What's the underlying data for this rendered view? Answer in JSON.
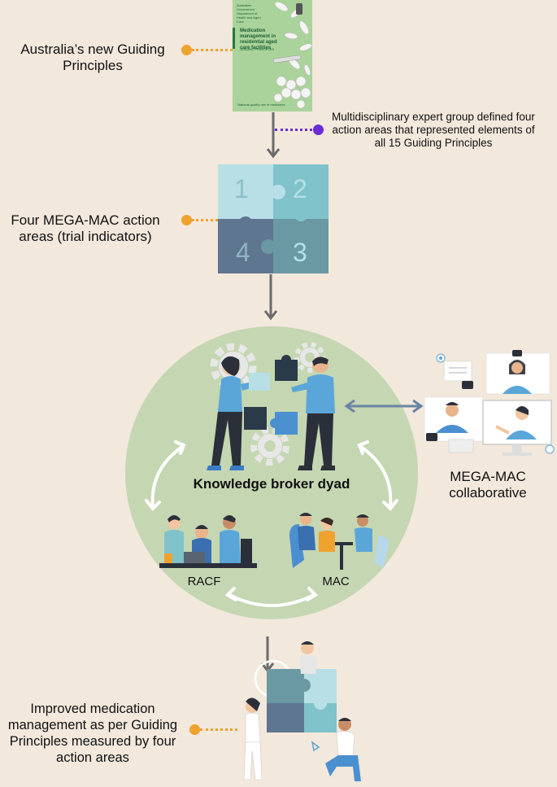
{
  "labels": {
    "guiding_principles": "Australia’s new Guiding Principles",
    "expert_group": "Multidisciplinary expert group defined four action areas that represented elements of all 15 Guiding Principles",
    "action_areas": "Four MEGA-MAC action areas (trial indicators)",
    "dyad": "Knowledge broker dyad",
    "racf": "RACF",
    "mac": "MAC",
    "collaborative": "MEGA-MAC collaborative",
    "improved": "Improved medication management as per Guiding Principles measured by four action areas"
  },
  "cover": {
    "header": "Australian Government Department of Health and Aged Care",
    "title": "Medication management in residential aged care facilities",
    "subtitle": "GUIDING PRINCIPLES",
    "footer": "National quality use of medicines"
  },
  "puzzle": {
    "pieces": [
      "1",
      "2",
      "4",
      "3"
    ]
  },
  "colors": {
    "background": "#f2e8dc",
    "orange": "#f0a22e",
    "purple": "#6b2bd6",
    "arrow": "#6b6b6b",
    "circle": "#c5d6b2",
    "puzzle_1": "#b7dfe5",
    "puzzle_2": "#7fc2ca",
    "puzzle_3": "#6a98a3",
    "puzzle_4": "#5e7690",
    "cover": "#a9d39a"
  }
}
